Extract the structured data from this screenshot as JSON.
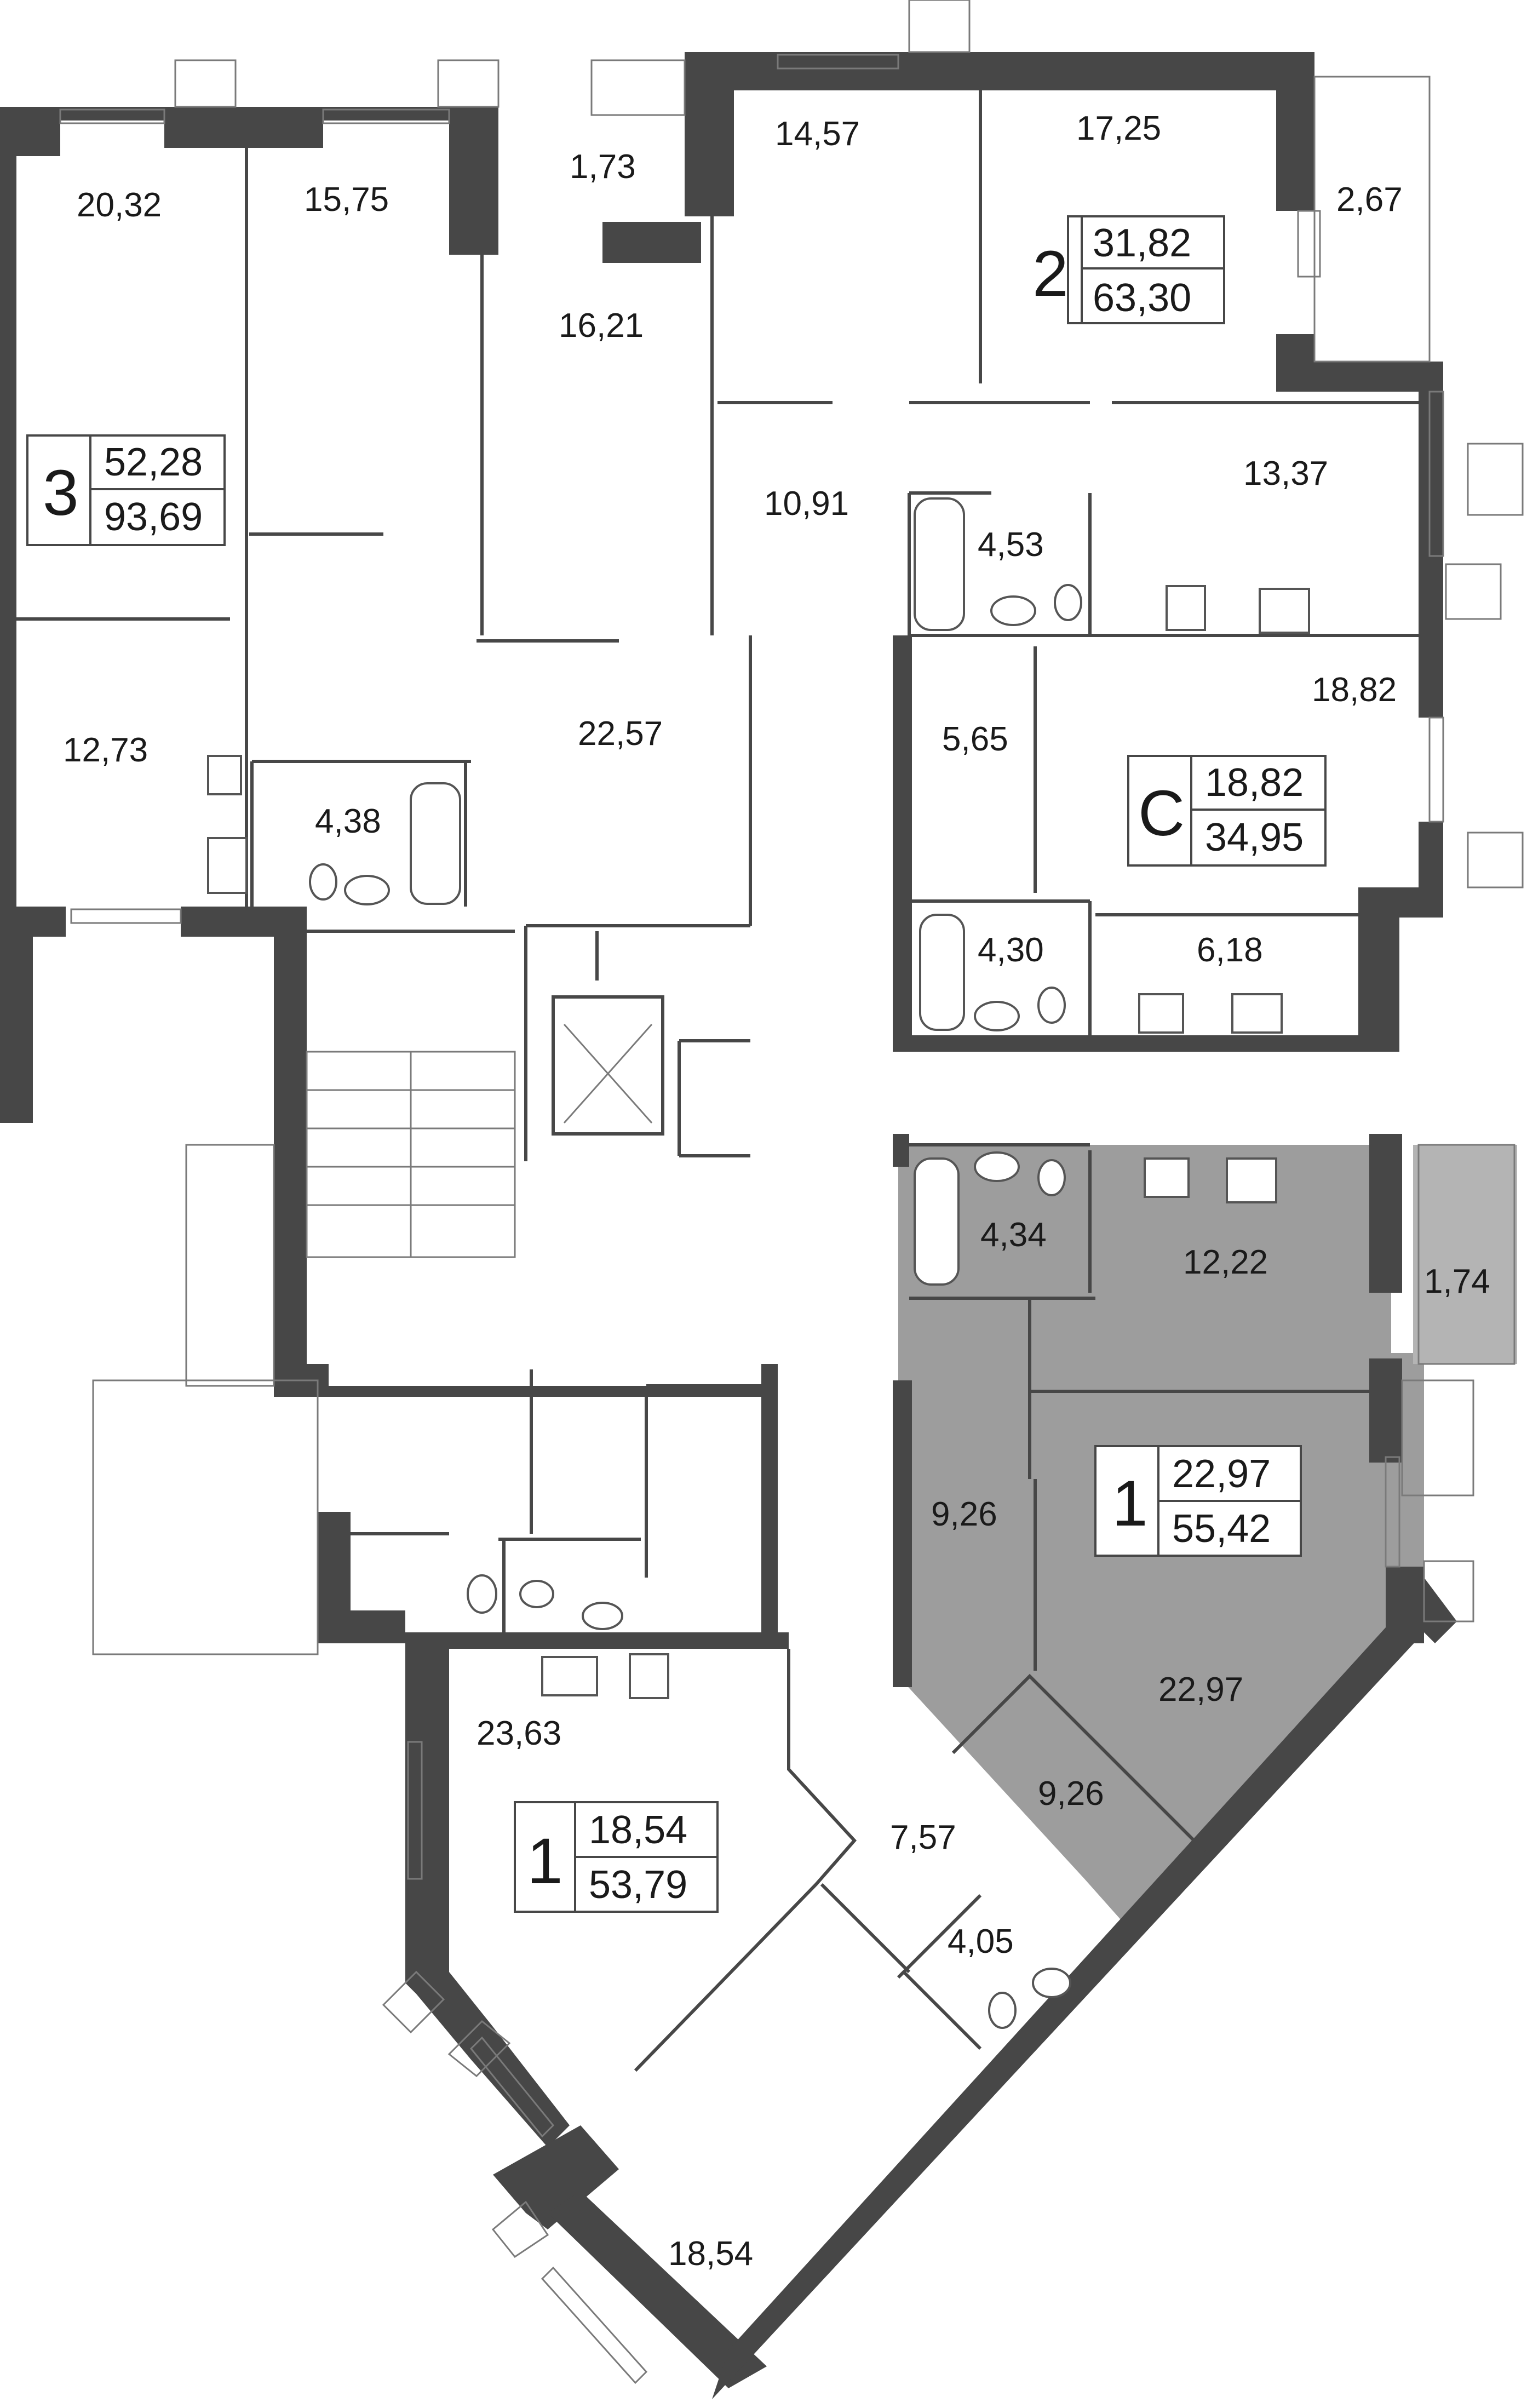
{
  "plan_title": "",
  "colors": {
    "wall": "#474747",
    "highlight": "#9d9d9d",
    "highlight_loggia": "#b4b4b4"
  },
  "apartments": [
    {
      "id": "apt-3",
      "rooms": "3",
      "living_area": "52,28",
      "total_area": "93,69"
    },
    {
      "id": "apt-2",
      "rooms": "2",
      "living_area": "31,82",
      "total_area": "63,30"
    },
    {
      "id": "apt-c",
      "rooms": "С",
      "living_area": "18,82",
      "total_area": "34,95"
    },
    {
      "id": "apt-1-right",
      "rooms": "1",
      "living_area": "22,97",
      "total_area": "55,42",
      "highlighted": true
    },
    {
      "id": "apt-1-bottom",
      "rooms": "1",
      "living_area": "18,54",
      "total_area": "53,79"
    }
  ],
  "rooms": {
    "r_20_32": "20,32",
    "r_15_75": "15,75",
    "r_1_73": "1,73",
    "r_16_21": "16,21",
    "r_12_73": "12,73",
    "r_4_38": "4,38",
    "r_22_57": "22,57",
    "r_14_57": "14,57",
    "r_17_25": "17,25",
    "r_2_67": "2,67",
    "r_10_91": "10,91",
    "r_4_53": "4,53",
    "r_13_37": "13,37",
    "r_5_65": "5,65",
    "r_18_82": "18,82",
    "r_4_30": "4,30",
    "r_6_18": "6,18",
    "r_4_34": "4,34",
    "r_12_22": "12,22",
    "r_1_74": "1,74",
    "r_9_26_a": "9,26",
    "r_22_97": "22,97",
    "r_9_26_b": "9,26",
    "r_23_63": "23,63",
    "r_7_57": "7,57",
    "r_4_05": "4,05",
    "r_18_54": "18,54"
  }
}
